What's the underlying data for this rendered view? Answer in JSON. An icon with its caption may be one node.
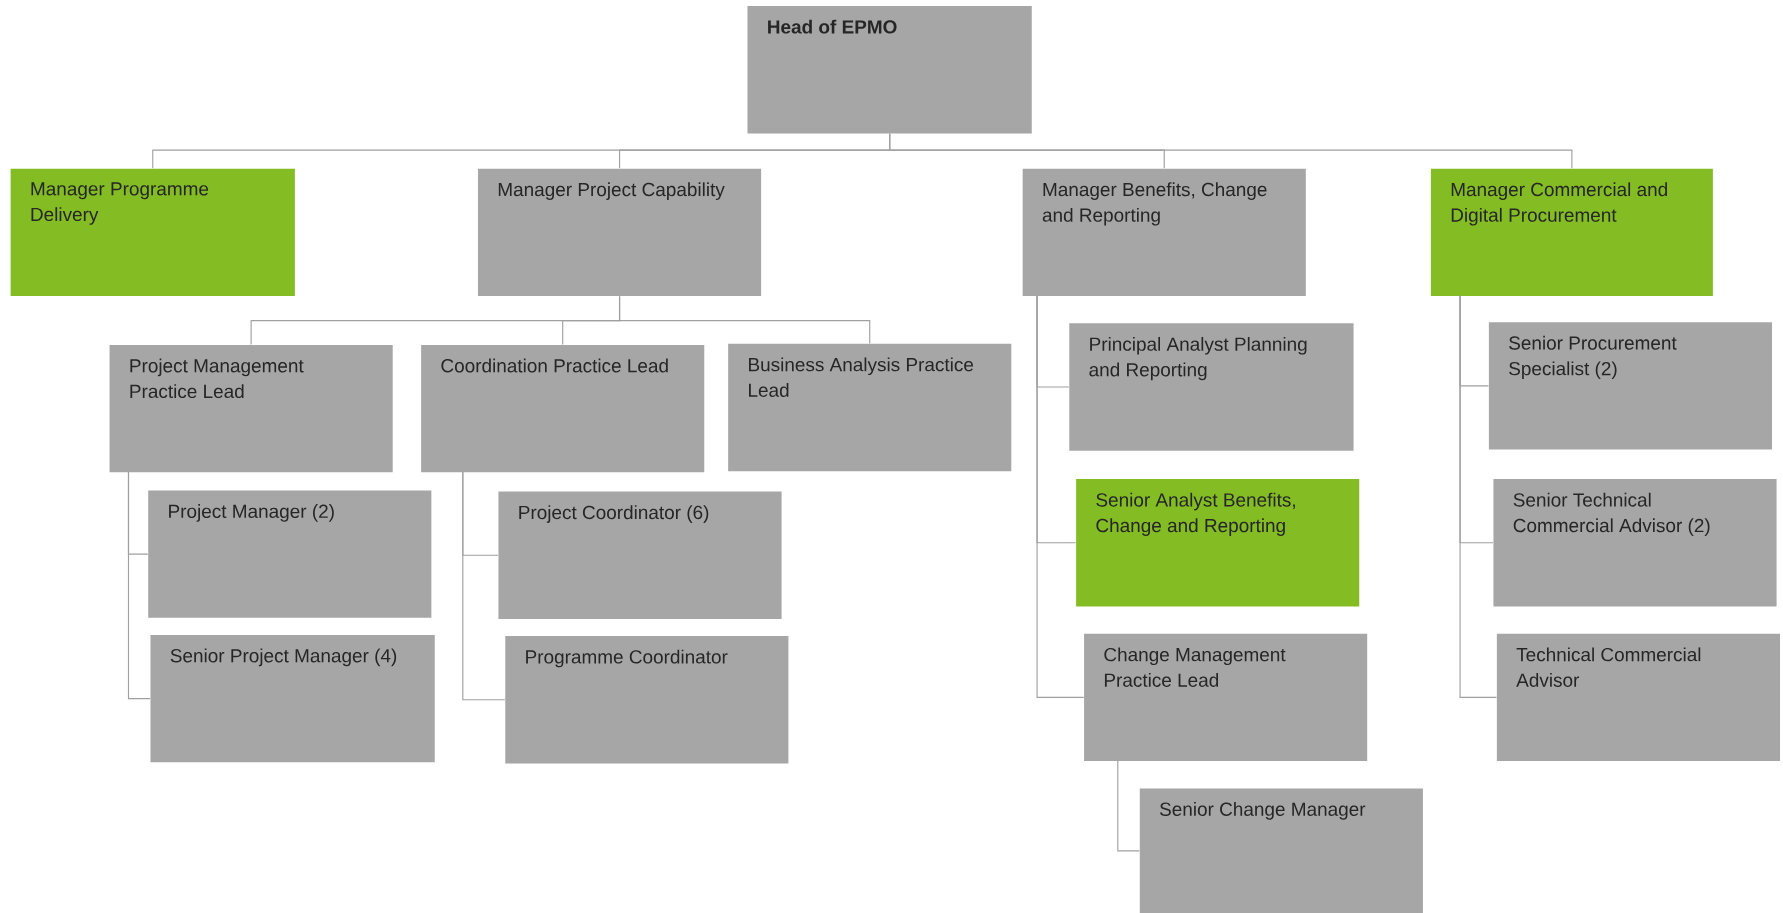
{
  "diagram": {
    "nodes": [
      {
        "text": [
          "Head of EPMO"
        ]
      },
      {
        "text": [
          "Manager Programme Delivery"
        ]
      },
      {
        "text": [
          "Manager Project Capability"
        ]
      },
      {
        "text": [
          "Manager Benefits, Change and Reporting"
        ]
      },
      {
        "text": [
          "Manager Commercial and Digital Procurement"
        ]
      },
      {
        "text": [
          "Project Management Practice Lead"
        ]
      },
      {
        "text": [
          "Coordination Practice Lead"
        ]
      },
      {
        "text": [
          "Business Analysis Practice Lead"
        ]
      },
      {
        "text": [
          "Project Manager (2)"
        ]
      },
      {
        "text": [
          "Senior Project Manager (4)"
        ]
      },
      {
        "text": [
          "Project Coordinator (6)"
        ]
      },
      {
        "text": [
          "Programme Coordinator"
        ]
      },
      {
        "text": [
          "Principal Analyst Planning and Reporting"
        ]
      },
      {
        "text": [
          "Senior Analyst Benefits, Change and Reporting"
        ]
      },
      {
        "text": [
          "Change Management Practice Lead"
        ]
      },
      {
        "text": [
          "Senior Change Manager"
        ]
      },
      {
        "text": [
          "Senior Procurement Specialist (2)"
        ]
      },
      {
        "text": [
          "Senior Technical Commercial Advisor (2)"
        ]
      },
      {
        "text": [
          "Technical Commercial Advisor"
        ]
      }
    ],
    "edges": [
      {
        "from": 0,
        "to": 1,
        "arrow": "none"
      },
      {
        "from": 0,
        "to": 2,
        "arrow": "none"
      },
      {
        "from": 0,
        "to": 3,
        "arrow": "none"
      },
      {
        "from": 0,
        "to": 4,
        "arrow": "none"
      },
      {
        "from": 2,
        "to": 5,
        "arrow": "none"
      },
      {
        "from": 2,
        "to": 6,
        "arrow": "none"
      },
      {
        "from": 2,
        "to": 7,
        "arrow": "none"
      },
      {
        "from": 5,
        "to": 8,
        "arrow": "none"
      },
      {
        "from": 5,
        "to": 9,
        "arrow": "none"
      },
      {
        "from": 6,
        "to": 10,
        "arrow": "none"
      },
      {
        "from": 6,
        "to": 11,
        "arrow": "none"
      },
      {
        "from": 3,
        "to": 12,
        "arrow": "none"
      },
      {
        "from": 3,
        "to": 13,
        "arrow": "none"
      },
      {
        "from": 3,
        "to": 14,
        "arrow": "none"
      },
      {
        "from": 14,
        "to": 15,
        "arrow": "none"
      },
      {
        "from": 4,
        "to": 16,
        "arrow": "none"
      },
      {
        "from": 4,
        "to": 17,
        "arrow": "none"
      },
      {
        "from": 4,
        "to": 18,
        "arrow": "none"
      }
    ]
  }
}
